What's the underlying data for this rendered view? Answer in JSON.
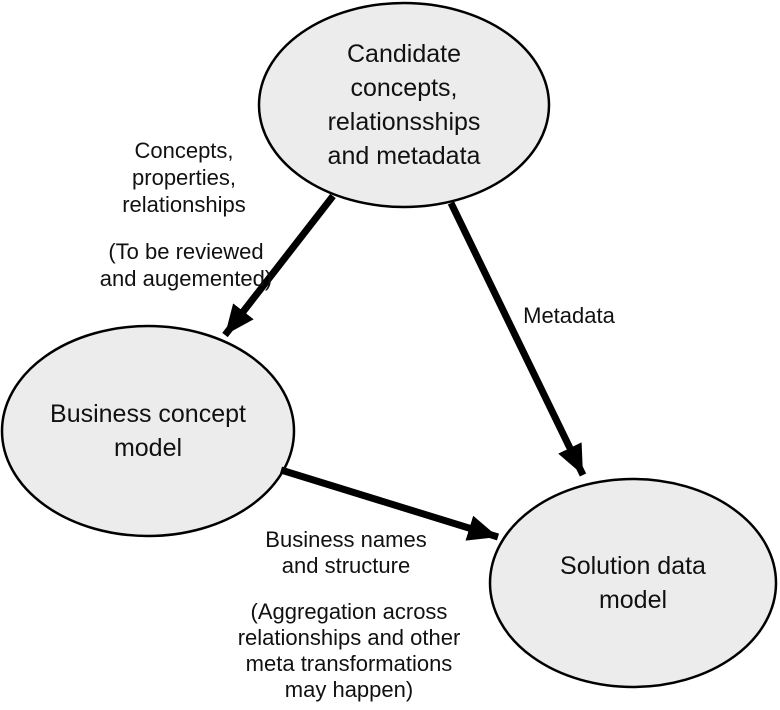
{
  "colors": {
    "background": "#ffffff",
    "node_fill": "#ececec",
    "node_stroke": "#000000",
    "arrow_color": "#000000",
    "text_color": "#111111"
  },
  "nodes": {
    "candidate": {
      "label": "Candidate\nconcepts,\nrelationsships\nand metadata"
    },
    "business": {
      "label": "Business concept\nmodel"
    },
    "solution": {
      "label": "Solution data\nmodel"
    }
  },
  "edges": {
    "candidate_to_business": {
      "label": "Concepts,\nproperties,\nrelationships",
      "note": "(To be reviewed\nand augemented)"
    },
    "candidate_to_solution": {
      "label": "Metadata"
    },
    "business_to_solution": {
      "label": "Business names\nand structure",
      "note": "(Aggregation across\nrelationships and other\nmeta transformations\nmay happen)"
    }
  }
}
